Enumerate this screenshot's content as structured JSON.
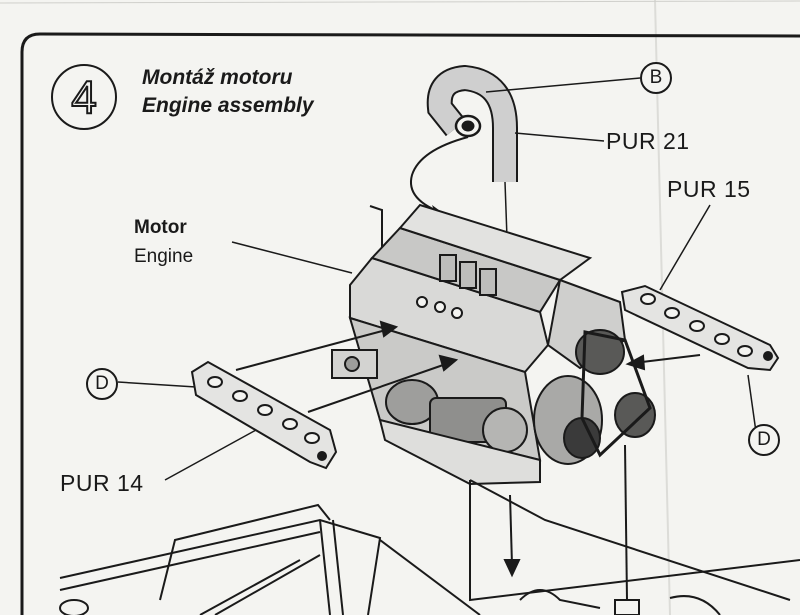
{
  "step": {
    "number": "4",
    "title_cz": "Montáž motoru",
    "title_en": "Engine assembly"
  },
  "labels": {
    "engine_cz": "Motor",
    "engine_en": "Engine",
    "pur21": "PUR 21",
    "pur15": "PUR 15",
    "pur14": "PUR 14"
  },
  "callouts": {
    "b": "B",
    "d_left": "D",
    "d_right": "D"
  }
}
